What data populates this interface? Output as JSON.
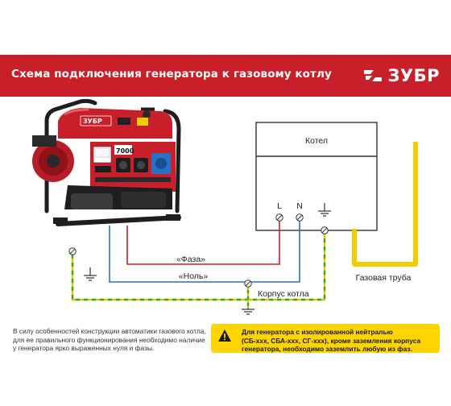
{
  "banner": {
    "title": "Схема подключения генератора к газовому котлу",
    "brand": "ЗУБР",
    "color": "#c8202a"
  },
  "generator": {
    "brand": "ЗУБР",
    "model": "7000",
    "color": "#c8202a"
  },
  "diagram": {
    "boiler_label": "Котел",
    "terminal_l": "L",
    "terminal_n": "N",
    "phase_label": "«Фаза»",
    "neutral_label": "«Ноль»",
    "body_label": "Корпус котла",
    "gas_pipe_label": "Газовая труба",
    "colors": {
      "phase": "#c8202a",
      "neutral": "#2e6fbd",
      "ground": "#d4c800",
      "gas_pipe": "#f2cc00"
    }
  },
  "footer": {
    "left_lines": [
      "В силу особенностей конструкции автоматики газового котла,",
      "для ее правильного функционирования необходимо наличие",
      "у генератора ярко выраженных нуля и фазы."
    ],
    "warning_lines": [
      "Для генератора с изолированной нейтралью",
      "(СБ-ххх, СБА-ххх, СГ-ххх), кроме заземления корпуса",
      "генератора, необходимо заземлить любую из фаз."
    ],
    "warning_color": "#ffd400"
  }
}
